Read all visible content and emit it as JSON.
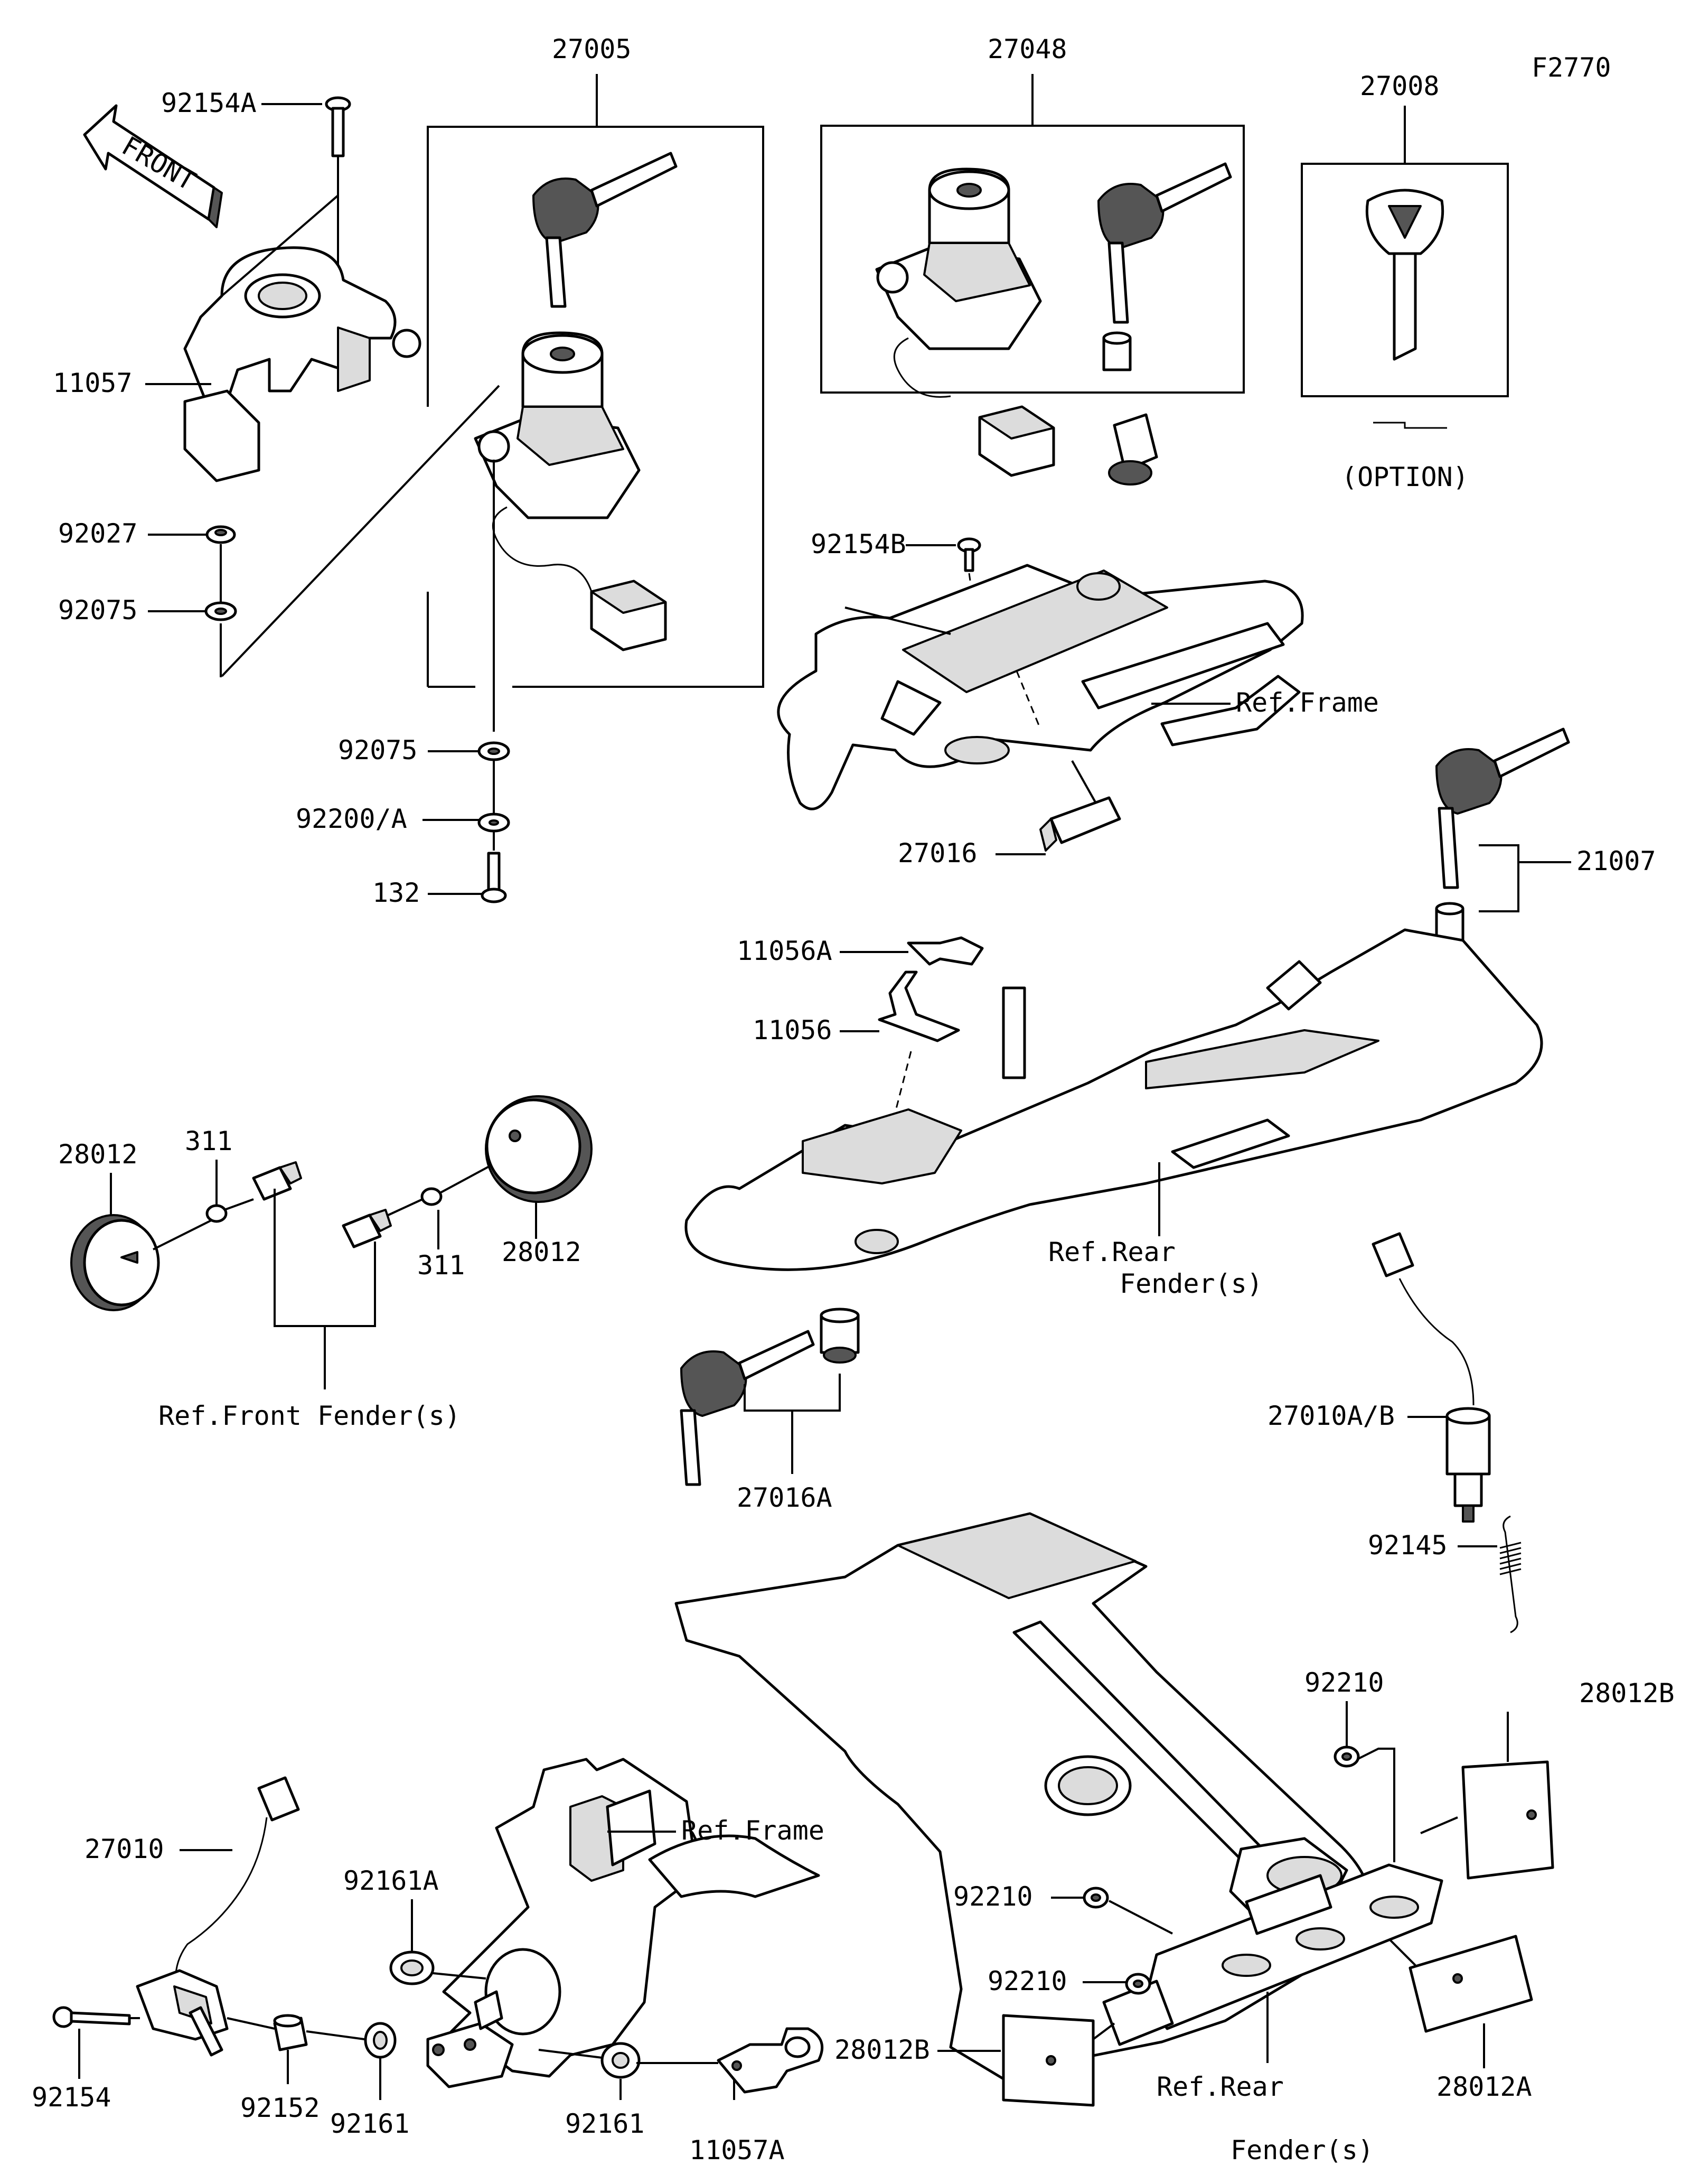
{
  "figure_code": "F2770",
  "front_label": "FRONT",
  "labels": {
    "p27005": "27005",
    "p27048": "27048",
    "p27008": "27008",
    "option": "(OPTION)",
    "p92154A": "92154A",
    "p11057": "11057",
    "p92027": "92027",
    "p92075a": "92075",
    "p92075b": "92075",
    "p92200A": "92200/A",
    "p132": "132",
    "p92154B": "92154B",
    "ref_frame_top": "Ref.Frame",
    "p27016": "27016",
    "p21007": "21007",
    "p11056A": "11056A",
    "p11056": "11056",
    "p28012_left": "28012",
    "p311_left": "311",
    "p311_right": "311",
    "p28012_right": "28012",
    "ref_front_fender": "Ref.Front Fender(s)",
    "ref_rear_fender_mid_1": "Ref.Rear",
    "ref_rear_fender_mid_2": "Fender(s)",
    "p27016A": "27016A",
    "p27010AB": "27010A/B",
    "p92145": "92145",
    "p92210_top": "92210",
    "p28012B_top": "28012B",
    "p92210_mid": "92210",
    "p92210_low": "92210",
    "p28012B_bottom": "28012B",
    "ref_rear_fender_bottom_1": "Ref.Rear",
    "ref_rear_fender_bottom_2": "Fender(s)",
    "p28012A": "28012A",
    "p27010": "27010",
    "ref_frame_bottom": "Ref.Frame",
    "p92161A": "92161A",
    "p92154": "92154",
    "p92152": "92152",
    "p92161_left": "92161",
    "p92161_right": "92161",
    "p11057A": "11057A"
  }
}
